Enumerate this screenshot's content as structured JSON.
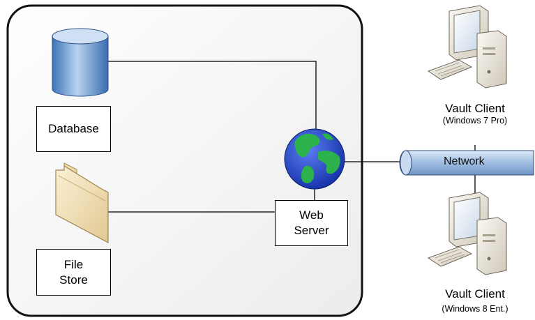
{
  "diagram": {
    "server_box": {
      "database_label": "Database",
      "filestore_label": "File\nStore",
      "webserver_label": "Web\nServer"
    },
    "network": {
      "label": "Network"
    },
    "clients": [
      {
        "name": "Vault Client",
        "os": "(Windows 7 Pro)"
      },
      {
        "name": "Vault Client",
        "os": "(Windows 8 Ent.)"
      }
    ]
  },
  "colors": {
    "border": "#000000",
    "box_fill": "#ffffff",
    "box_fill_shade": "#eeeeee",
    "cylinder_blue": "#6f9fd6",
    "folder_tan": "#f0dcae",
    "network_pipe": "#a9c4e4",
    "globe_ocean": "#1f3fc9",
    "globe_land": "#2bb24a",
    "computer_beige": "#ece7dc"
  }
}
